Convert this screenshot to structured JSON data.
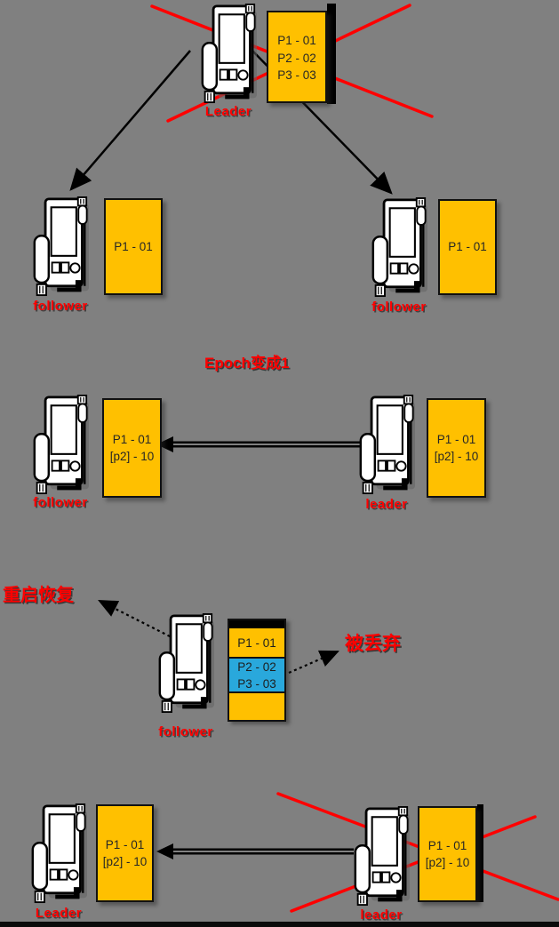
{
  "canvas": {
    "background": "#808080"
  },
  "colors": {
    "box_orange": "#ffc000",
    "box_blue": "#29a8dc",
    "label_red": "#ff0000",
    "cross_red": "#ff0000",
    "arrow_black": "#000000"
  },
  "nodes": [
    {
      "label": "Leader",
      "box": [
        "P1 - 01",
        "P2 - 02",
        "P3 - 03"
      ]
    },
    {
      "label": "follower",
      "box": [
        "P1 - 01"
      ]
    },
    {
      "label": "follower",
      "box": [
        "P1 - 01"
      ]
    },
    {
      "label": "follower",
      "box": [
        "P1 - 01",
        "[p2] - 10"
      ]
    },
    {
      "label": "leader",
      "box": [
        "P1 - 01",
        "[p2] - 10"
      ]
    },
    {
      "label": "follower",
      "box": [
        "P1 - 01",
        "P2 - 02",
        "P3 - 03"
      ]
    },
    {
      "label": "Leader",
      "box": [
        "P1 - 01",
        "[p2] - 10"
      ]
    },
    {
      "label": "leader",
      "box": [
        "P1 - 01",
        "[p2] - 10"
      ]
    }
  ],
  "annotations": {
    "epoch_note": "Epoch变成1",
    "restart_note": "重启恢复",
    "discard_note": "被丢弃"
  }
}
